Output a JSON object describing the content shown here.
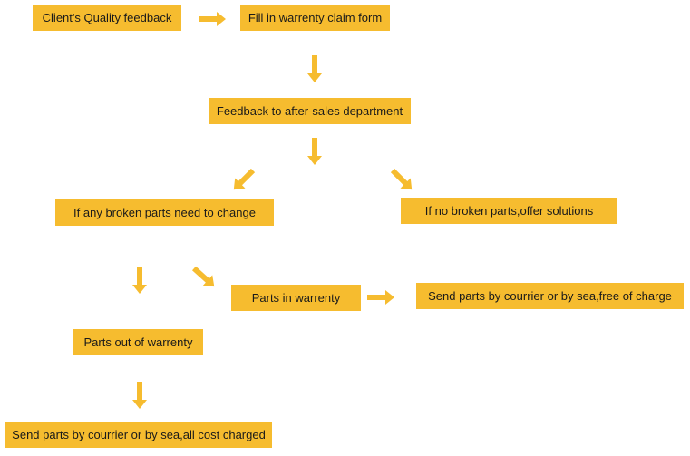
{
  "colors": {
    "box_fill": "#f6bc2f",
    "arrow_fill": "#f6bc2f",
    "text": "#1a1a1a",
    "background": "#ffffff"
  },
  "nodes": {
    "client_feedback": "Client's Quality feedback",
    "fill_claim_form": "Fill in warrenty claim form",
    "feedback_after_sales": "Feedback to after-sales department",
    "broken_parts_change": "If any broken parts need to change",
    "no_broken_parts": "If no broken parts,offer solutions",
    "parts_in_warrenty": "Parts in warrenty",
    "send_free": "Send parts by courrier or by sea,free of charge",
    "parts_out_warrenty": "Parts out of warrenty",
    "send_charged": "Send parts by courrier or by sea,all cost charged"
  },
  "icons": {
    "arrow": "arrow-icon"
  }
}
